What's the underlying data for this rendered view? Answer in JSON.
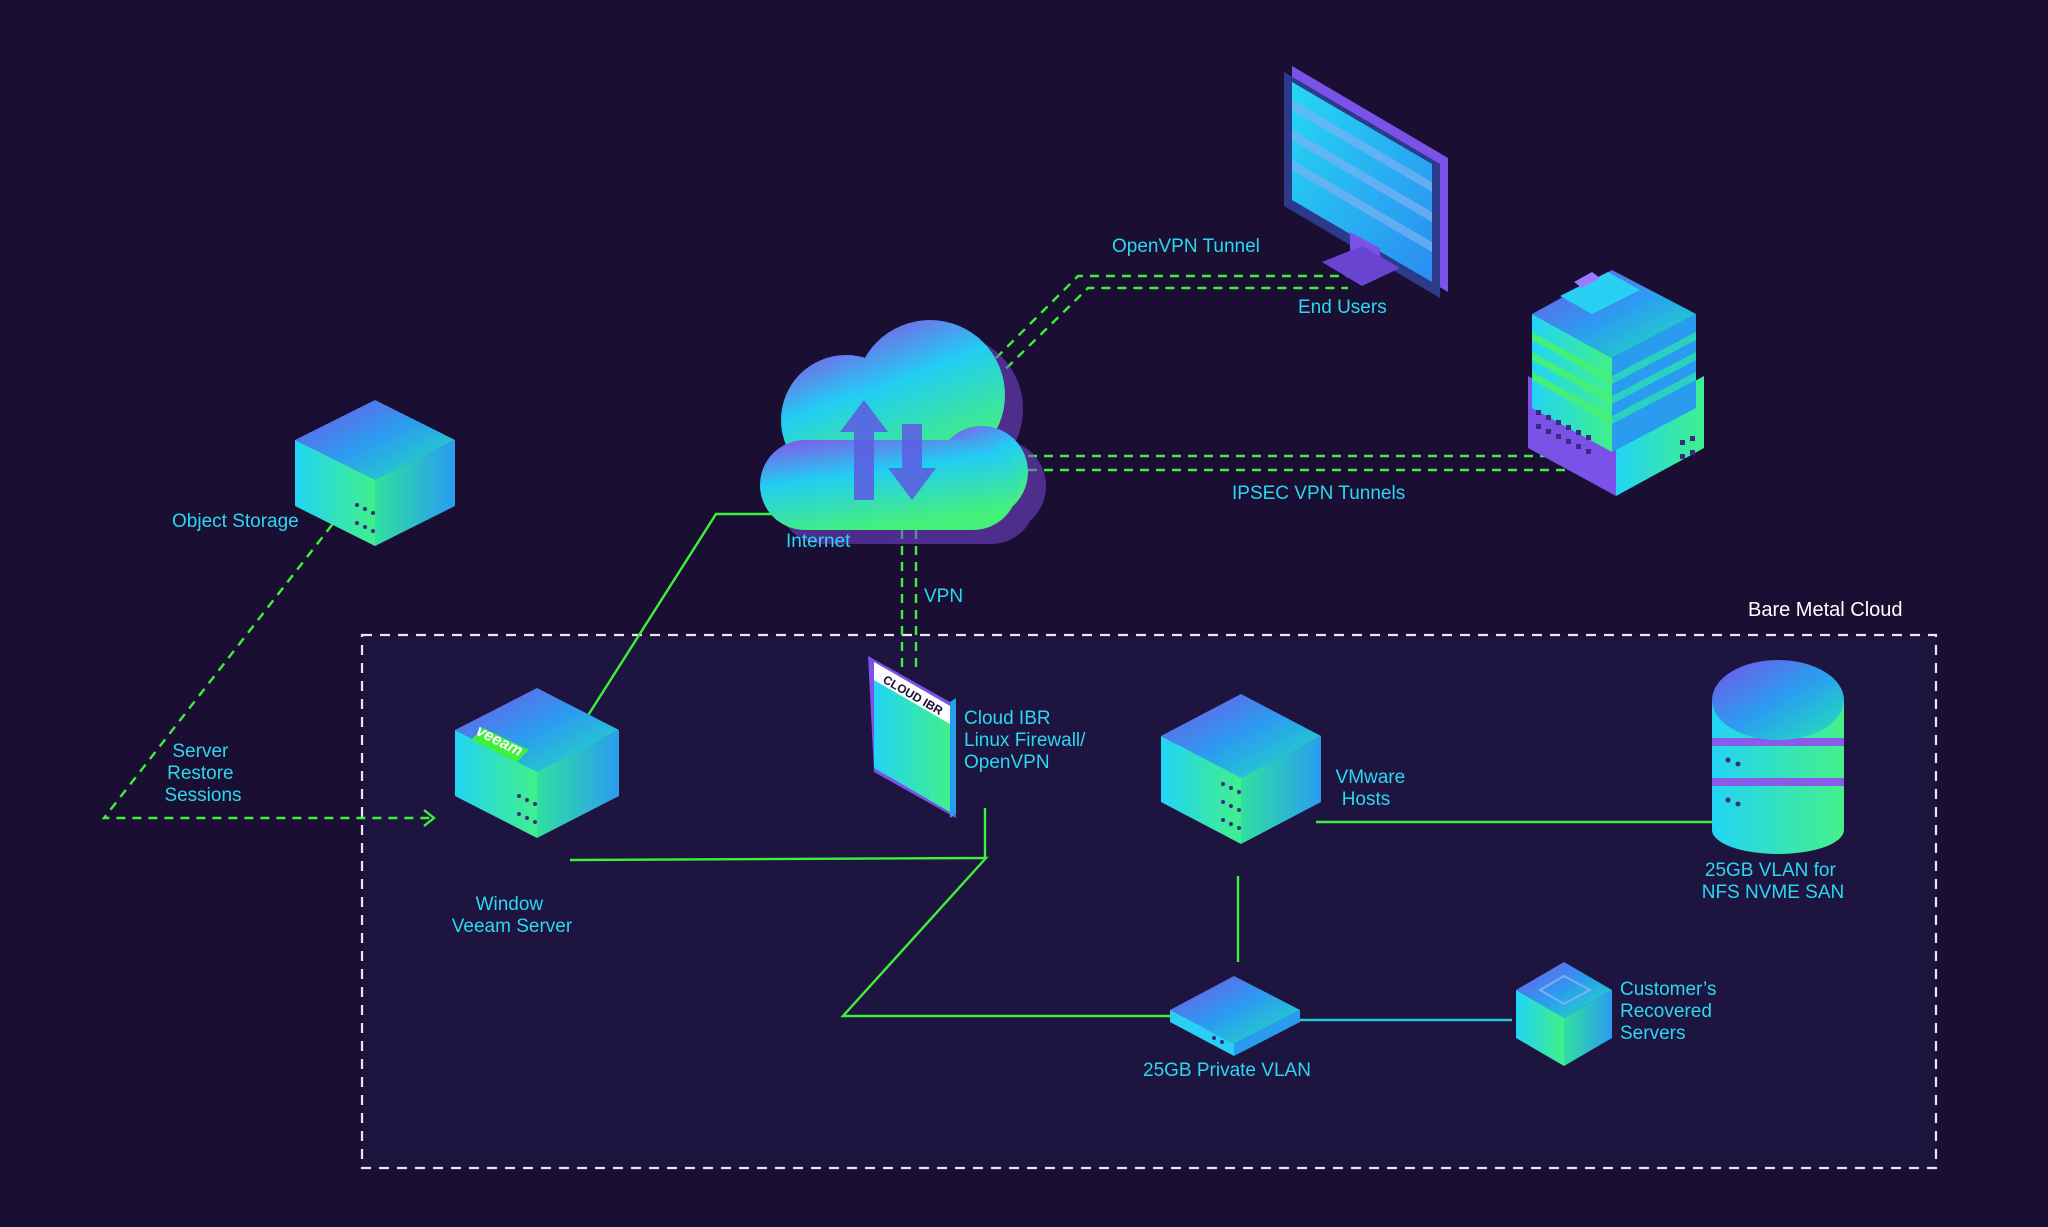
{
  "labels": {
    "openvpn_tunnel": "OpenVPN Tunnel",
    "end_users": "End Users",
    "ipsec": "IPSEC VPN Tunnels",
    "object_storage": "Object Storage",
    "internet": "Internet",
    "vpn": "VPN",
    "bare_metal": "Bare Metal Cloud",
    "restore": [
      "Server",
      "Restore",
      "Sessions"
    ],
    "veeam_server": [
      "Window",
      "Veeam Server"
    ],
    "cloud_ibr": [
      "Cloud IBR",
      "Linux Firewall/",
      "OpenVPN"
    ],
    "vmware": [
      "VMware",
      "Hosts"
    ],
    "san": [
      "25GB VLAN for",
      "NFS NVME SAN"
    ],
    "private_vlan": "25GB Private VLAN",
    "customer": [
      "Customer’s",
      "Recovered",
      "Servers"
    ],
    "veeam_logo": "veeam",
    "cloudibr_logo": "CLOUD IBR"
  },
  "colors": {
    "background": "#1a0f33",
    "inner_panel": "#1e1440",
    "link": "#3df03a",
    "link_teal": "#27c9d8",
    "label": "#2ad8f0",
    "label_white": "#ffffff"
  },
  "icons": [
    "cloud-upload-download-icon",
    "monitor-icon",
    "office-building-icon",
    "server-stack-icon",
    "database-icon",
    "network-switch-icon",
    "appliance-icon"
  ]
}
